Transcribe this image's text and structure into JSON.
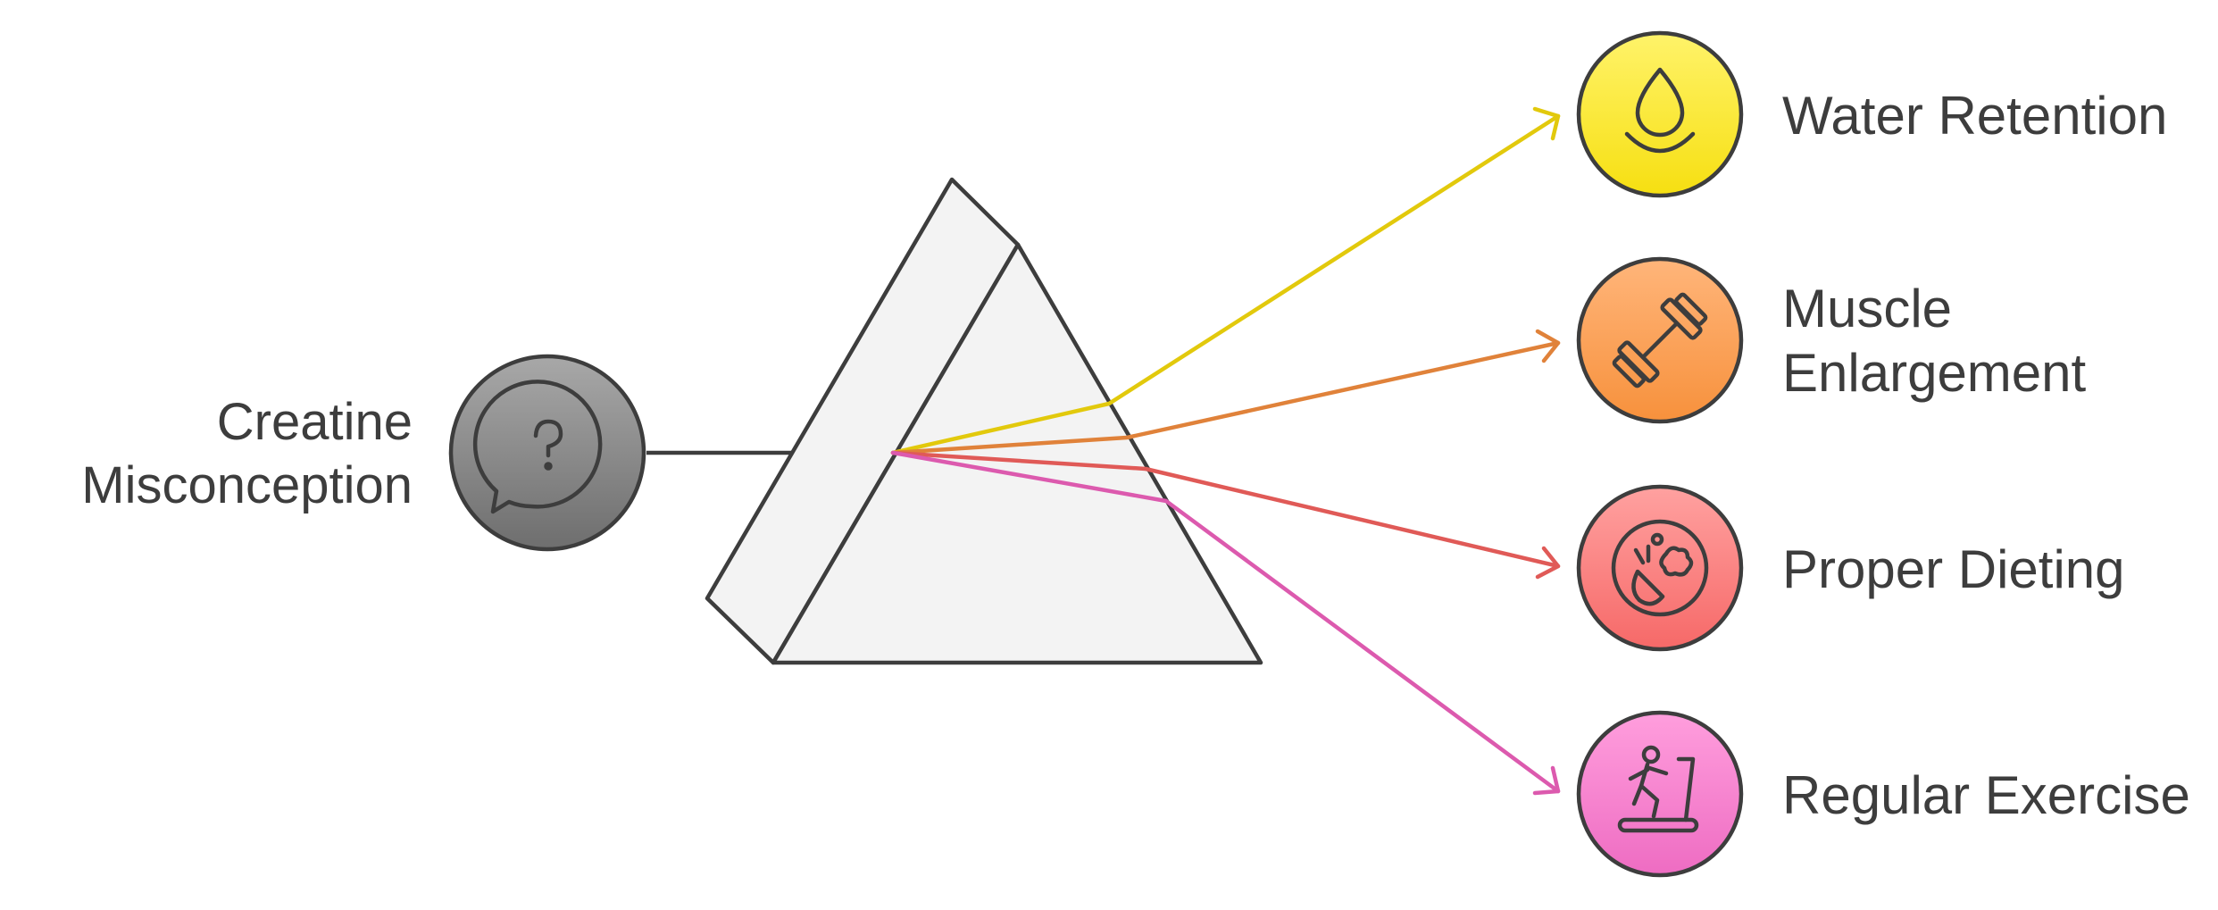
{
  "source": {
    "label_line1": "Creatine",
    "label_line2": "Misconception",
    "icon": "question-speech-bubble-icon"
  },
  "outputs": [
    {
      "id": "water-retention",
      "label_lines": [
        "Water Retention"
      ],
      "icon": "water-drop-icon",
      "color": "#e2c90c",
      "fill_top": "#fff36a",
      "fill_bottom": "#f6df11"
    },
    {
      "id": "muscle-enlargement",
      "label_lines": [
        "Muscle",
        "Enlargement"
      ],
      "icon": "dumbbell-icon",
      "color": "#e0823a",
      "fill_top": "#ffb57a",
      "fill_bottom": "#f7913c"
    },
    {
      "id": "proper-dieting",
      "label_lines": [
        "Proper Dieting"
      ],
      "icon": "food-plate-icon",
      "color": "#e05a57",
      "fill_top": "#ffa1a0",
      "fill_bottom": "#f66968"
    },
    {
      "id": "regular-exercise",
      "label_lines": [
        "Regular Exercise"
      ],
      "icon": "treadmill-runner-icon",
      "color": "#dc5aae",
      "fill_top": "#ff9edd",
      "fill_bottom": "#ee6cc2"
    }
  ],
  "colors": {
    "outline": "#3d3d3d",
    "prism_fill": "#f3f3f3",
    "source_fill_top": "#a8a8a8",
    "source_fill_bottom": "#6e6e6e"
  }
}
